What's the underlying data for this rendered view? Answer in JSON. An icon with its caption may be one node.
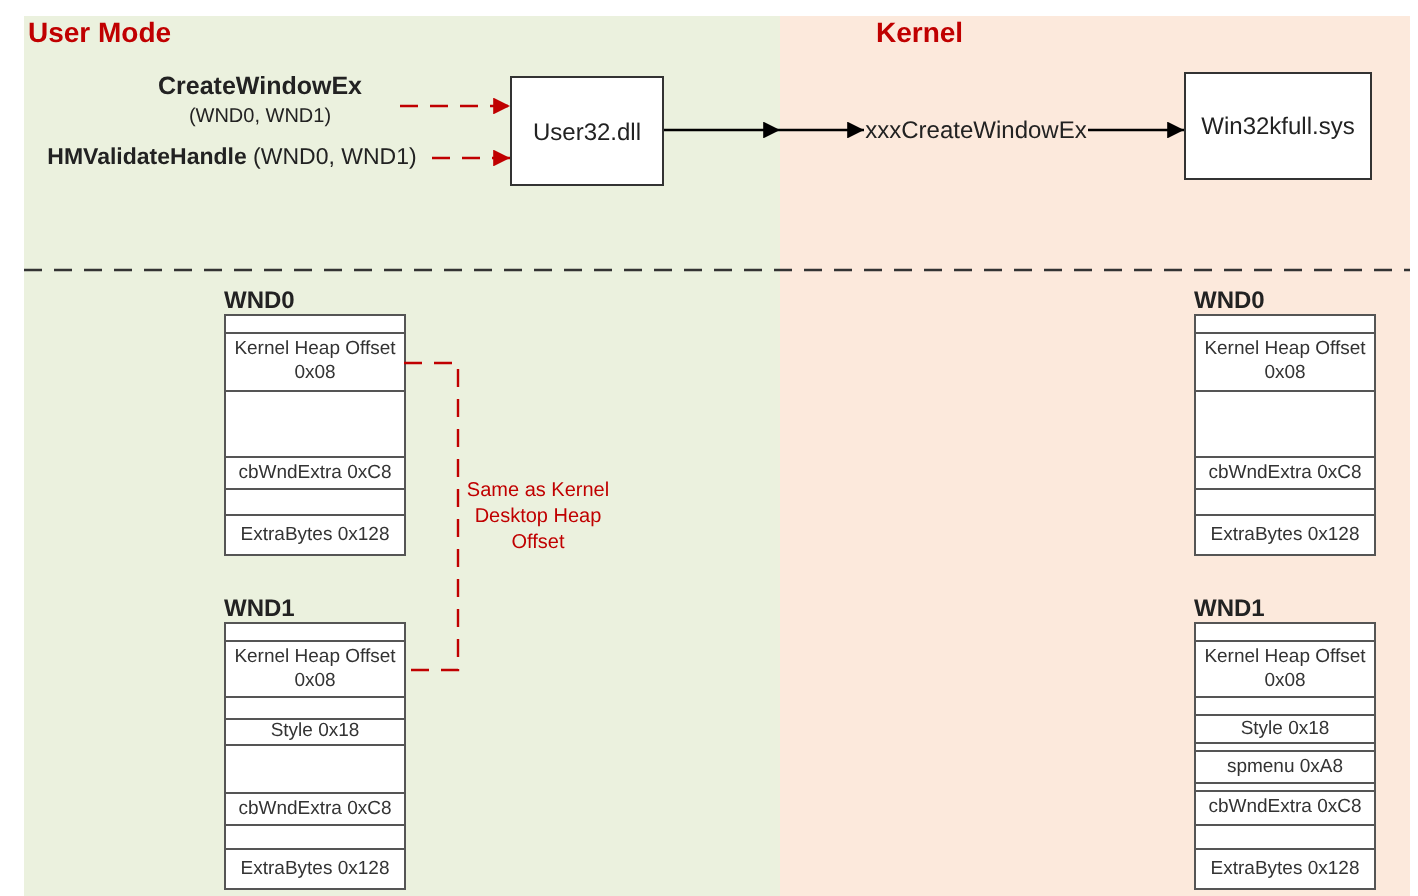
{
  "diagram": {
    "nodes": [
      {
        "text": [
          "User Mode"
        ]
      },
      {
        "text": [
          "CreateWindowEx",
          "(WND0, WND1)"
        ],
        "in": 0
      },
      {
        "text": [
          "**HMValidateHandle** (WND0, WND1)"
        ],
        "in": 0
      },
      {
        "text": [
          "User32.dll"
        ],
        "in": 0
      },
      {
        "text": [
          "Kernel"
        ]
      },
      {
        "text": [
          "xxxCreateWindowEx"
        ],
        "in": 4
      },
      {
        "text": [
          "Win32kfull.sys"
        ],
        "in": 4
      },
      {
        "text": [
          "WND0"
        ],
        "in": 0
      },
      {
        "text": [],
        "shape": "box",
        "in": 7
      },
      {
        "text": [
          "Kernel Heap Offset 0x08"
        ],
        "in": 7
      },
      {
        "text": [],
        "shape": "box",
        "in": 7
      },
      {
        "text": [
          "cbWndExtra 0xC8"
        ],
        "in": 7
      },
      {
        "text": [],
        "shape": "box",
        "in": 7
      },
      {
        "text": [
          "ExtraBytes 0x128"
        ],
        "in": 7
      },
      {
        "text": [
          "WND1"
        ],
        "in": 0
      },
      {
        "text": [],
        "shape": "box",
        "in": 14
      },
      {
        "text": [
          "Kernel Heap Offset 0x08"
        ],
        "in": 14
      },
      {
        "text": [],
        "shape": "box",
        "in": 14
      },
      {
        "text": [
          "Style 0x18"
        ],
        "in": 14
      },
      {
        "text": [],
        "shape": "box",
        "in": 14
      },
      {
        "text": [
          "cbWndExtra 0xC8"
        ],
        "in": 14
      },
      {
        "text": [],
        "shape": "box",
        "in": 14
      },
      {
        "text": [
          "ExtraBytes 0x128"
        ],
        "in": 14
      },
      {
        "text": [
          "WND0"
        ],
        "in": 4
      },
      {
        "text": [],
        "shape": "box",
        "in": 23
      },
      {
        "text": [
          "Kernel Heap Offset 0x08"
        ],
        "in": 23
      },
      {
        "text": [],
        "shape": "box",
        "in": 23
      },
      {
        "text": [
          "cbWndExtra 0xC8"
        ],
        "in": 23
      },
      {
        "text": [],
        "shape": "box",
        "in": 23
      },
      {
        "text": [
          "ExtraBytes 0x128"
        ],
        "in": 23
      },
      {
        "text": [
          "WND1"
        ],
        "in": 4
      },
      {
        "text": [],
        "shape": "box",
        "in": 30
      },
      {
        "text": [
          "Kernel Heap Offset 0x08"
        ],
        "in": 30
      },
      {
        "text": [],
        "shape": "box",
        "in": 30
      },
      {
        "text": [
          "Style 0x18"
        ],
        "in": 30
      },
      {
        "text": [],
        "shape": "box",
        "in": 30
      },
      {
        "text": [
          "spmenu 0xA8"
        ],
        "in": 30
      },
      {
        "text": [],
        "shape": "box",
        "in": 30
      },
      {
        "text": [
          "cbWndExtra 0xC8"
        ],
        "in": 30
      },
      {
        "text": [],
        "shape": "box",
        "in": 30
      },
      {
        "text": [
          "ExtraBytes 0x128"
        ],
        "in": 30
      }
    ],
    "edges": [
      {
        "from": 1,
        "to": 3,
        "arrow": "to",
        "style": "dashed",
        "color": "#c00000"
      },
      {
        "from": 2,
        "to": 3,
        "arrow": "to",
        "style": "dashed",
        "color": "#c00000"
      },
      {
        "from": 3,
        "to": 5,
        "arrow": "to",
        "color": "#000000"
      },
      {
        "from": 5,
        "to": 6,
        "arrow": "to",
        "color": "#000000"
      },
      {
        "from": 9,
        "to": 16,
        "arrow": "none",
        "style": "dashed",
        "color": "#c00000",
        "label": "Same as Kernel Desktop Heap Offset"
      }
    ]
  }
}
